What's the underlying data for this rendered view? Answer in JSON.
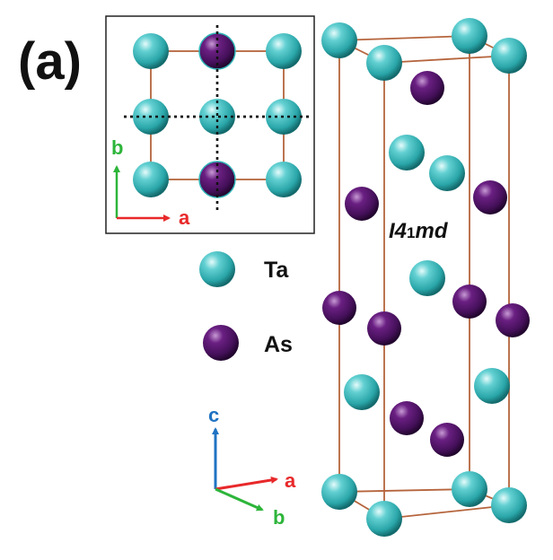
{
  "figure": {
    "panel_label": "(a)",
    "space_group": {
      "prefix": "I4",
      "subscript": "1",
      "suffix": "md"
    }
  },
  "legend": {
    "items": [
      {
        "label": "Ta",
        "color": "#2fb3b6"
      },
      {
        "label": "As",
        "color": "#4b0f5e"
      }
    ]
  },
  "inset_axes": {
    "a": "a",
    "b": "b"
  },
  "main_axes": {
    "a": "a",
    "b": "b",
    "c": "c"
  },
  "colors": {
    "ta": "#2fb3b6",
    "as": "#4b0f5e",
    "cell_edge": "#b5643c",
    "axis_a": "#e8282a",
    "axis_b": "#2db53a",
    "axis_c": "#1f73c2"
  }
}
